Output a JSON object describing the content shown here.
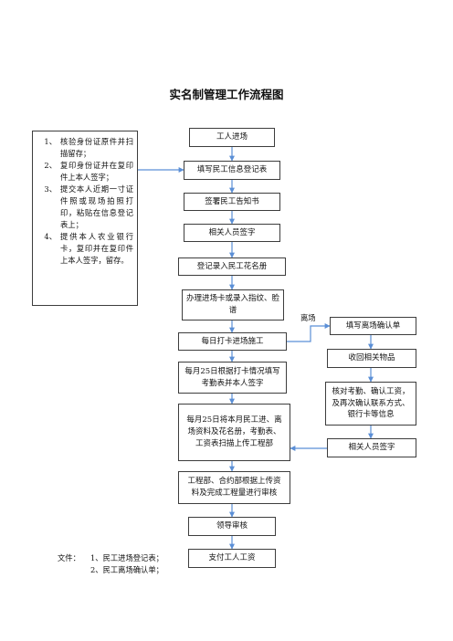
{
  "title": "实名制管理工作流程图",
  "requirements": [
    {
      "num": "1、",
      "text": "核验身份证原件并扫描留存；"
    },
    {
      "num": "2、",
      "text": "复印身份证并在复印件上本人签字；"
    },
    {
      "num": "3、",
      "text": "提交本人近期一寸证件照或现场拍照打印，粘贴在信息登记表上；"
    },
    {
      "num": "4、",
      "text": "提供本人农业银行卡，复印并在复印件上本人签字，留存。"
    }
  ],
  "main_steps": [
    "工人进场",
    "填写民工信息登记表",
    "签署民工告知书",
    "相关人员签字",
    "登记录入民工花名册",
    "办理进场卡或录入指纹、脸谱",
    "每日打卡进场施工",
    "每月25日根据打卡情况填写考勤表并本人签字",
    "每月25日将本月民工进、离场资料及花名册，考勤表、工资表扫描上传工程部",
    "工程部、合约部根据上传资料及完成工程量进行审核",
    "领导审核",
    "支付工人工资"
  ],
  "exit_label": "离场",
  "exit_steps": [
    "填写离场确认单",
    "收回相关物品",
    "核对考勤、确认工资，及再次确认联系方式、银行卡等信息",
    "相关人员签字"
  ],
  "footer": {
    "label": "文件：",
    "items": [
      "1、民工进场登记表；",
      "2、民工离场确认单；"
    ]
  }
}
